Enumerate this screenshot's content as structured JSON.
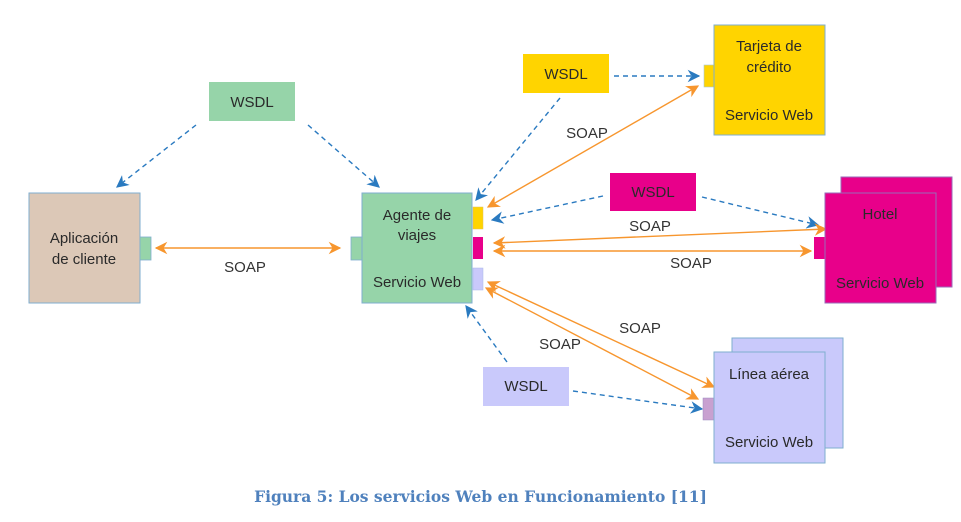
{
  "colors": {
    "client": "#dcc8b7",
    "agent": "#96d4a9",
    "credit": "#ffd400",
    "hotel": "#e8008a",
    "airline": "#c9c9fb",
    "airline_port": "#c8a0d0",
    "soap_arrow": "#f7962e",
    "wsdl_arrow": "#2a7ac0",
    "border": "#7faecf",
    "caption": "#4f81bd"
  },
  "nodes": {
    "client": {
      "lines": [
        "Aplicación",
        "de cliente"
      ]
    },
    "agent": {
      "lines": [
        "Agente de",
        "viajes"
      ],
      "footer": "Servicio Web"
    },
    "credit": {
      "lines": [
        "Tarjeta de",
        "crédito"
      ],
      "footer": "Servicio Web"
    },
    "hotel": {
      "lines": [
        "Hotel"
      ],
      "footer": "Servicio Web"
    },
    "airline": {
      "lines": [
        "Línea aérea"
      ],
      "footer": "Servicio Web"
    }
  },
  "wsdl": {
    "agent": "WSDL",
    "credit": "WSDL",
    "hotel": "WSDL",
    "airline": "WSDL"
  },
  "soap_labels": {
    "client_agent": "SOAP",
    "credit": "SOAP",
    "hotel_top": "SOAP",
    "hotel_bottom": "SOAP",
    "airline_right": "SOAP",
    "airline_left": "SOAP"
  },
  "caption": "Figura 5: Los servicios Web en Funcionamiento [11]"
}
